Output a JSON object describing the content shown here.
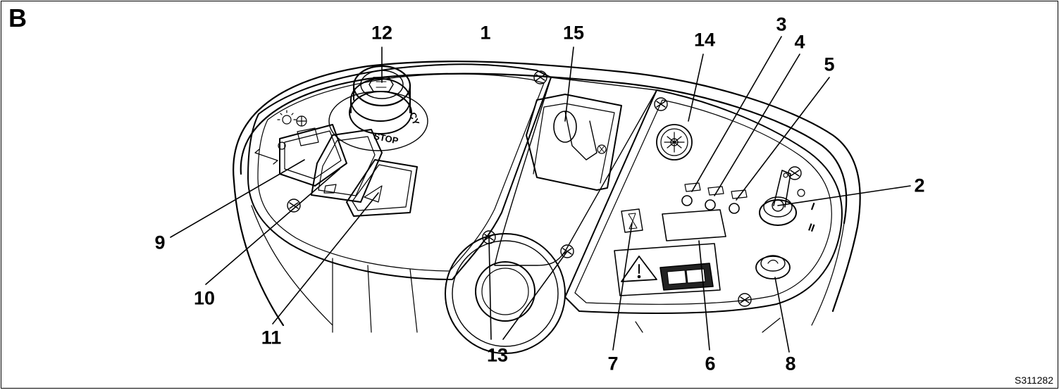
{
  "figure": {
    "panel_letter": "B",
    "reference_code": "S311282",
    "stop_button_text": "STOP",
    "stop_ring_text": "CY",
    "key_positions": [
      "I",
      "II"
    ]
  },
  "callouts": [
    "1",
    "2",
    "3",
    "4",
    "5",
    "6",
    "7",
    "8",
    "9",
    "10",
    "11",
    "12",
    "13",
    "14",
    "15"
  ],
  "colors": {
    "line": "#000000",
    "background": "#ffffff"
  },
  "icons": [
    "emergency-stop-icon",
    "horn-icon",
    "key-switch-icon",
    "warning-triangle-icon",
    "manual-book-icon",
    "hourglass-icon",
    "light-fan-icon"
  ]
}
